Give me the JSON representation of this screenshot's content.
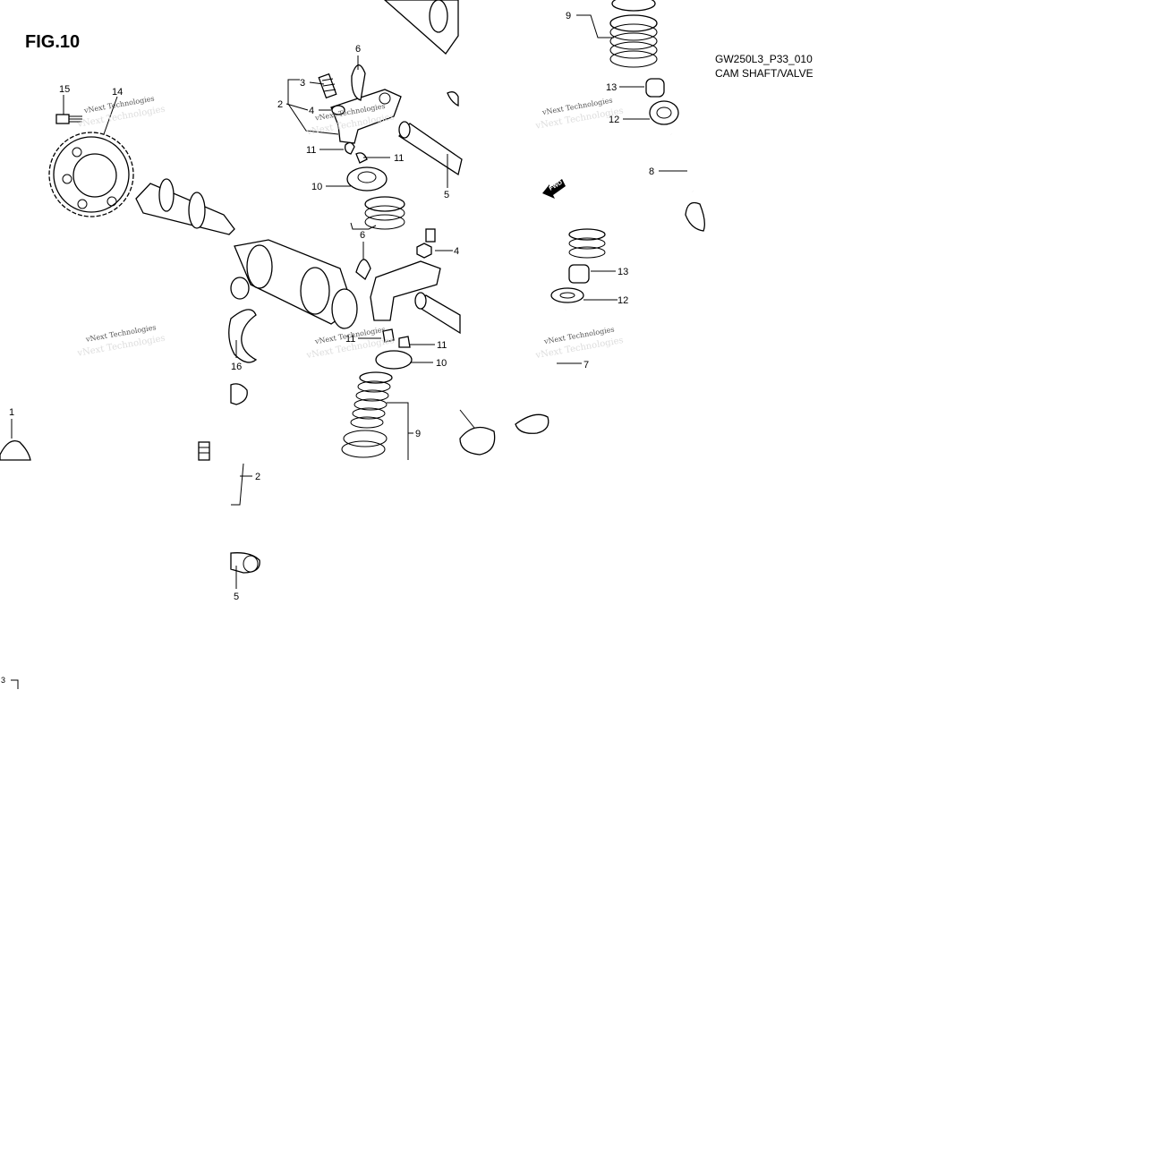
{
  "figure": {
    "title": "FIG.10",
    "code": "GW250L3_P33_010",
    "name": "CAM SHAFT/VALVE"
  },
  "direction_tag": "FWD",
  "watermark": {
    "line1": "vNext Technologies",
    "line2": "vNext Technologies"
  },
  "labels": [
    {
      "id": "p15",
      "text": "15"
    },
    {
      "id": "p14",
      "text": "14"
    },
    {
      "id": "p6a",
      "text": "6"
    },
    {
      "id": "p3a",
      "text": "3"
    },
    {
      "id": "p2a",
      "text": "2"
    },
    {
      "id": "p4a",
      "text": "4"
    },
    {
      "id": "p11a",
      "text": "11"
    },
    {
      "id": "p11b",
      "text": "11"
    },
    {
      "id": "p10a",
      "text": "10"
    },
    {
      "id": "p5a",
      "text": "5"
    },
    {
      "id": "p9a",
      "text": "9"
    },
    {
      "id": "p13a",
      "text": "13"
    },
    {
      "id": "p12a",
      "text": "12"
    },
    {
      "id": "p8",
      "text": "8"
    },
    {
      "id": "p6b",
      "text": "6"
    },
    {
      "id": "p4b",
      "text": "4"
    },
    {
      "id": "p13b",
      "text": "13"
    },
    {
      "id": "p12b",
      "text": "12"
    },
    {
      "id": "p11c",
      "text": "11"
    },
    {
      "id": "p11d",
      "text": "11"
    },
    {
      "id": "p10b",
      "text": "10"
    },
    {
      "id": "p7",
      "text": "7"
    },
    {
      "id": "p16",
      "text": "16"
    },
    {
      "id": "p9b",
      "text": "9"
    },
    {
      "id": "p1",
      "text": "1"
    },
    {
      "id": "p2b",
      "text": "2"
    },
    {
      "id": "p5b",
      "text": "5"
    },
    {
      "id": "p3b",
      "text": "3"
    }
  ]
}
